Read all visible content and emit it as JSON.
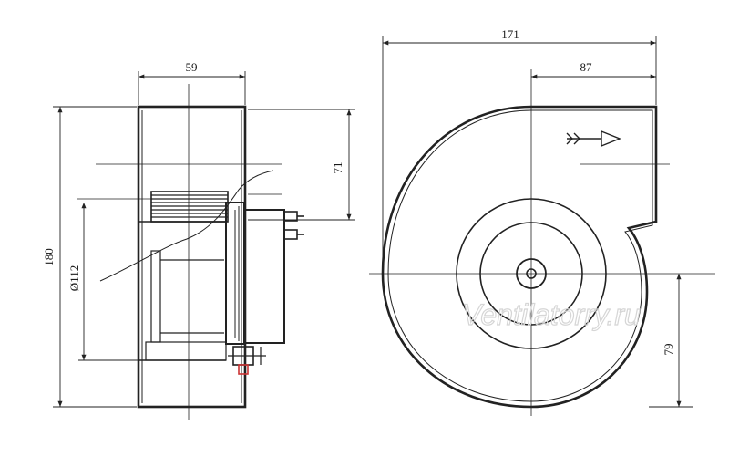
{
  "drawing": {
    "side_view": {
      "dimensions": {
        "width": "59",
        "height": "180",
        "inlet_diameter": "Ø112",
        "shaft_offset": "71"
      }
    },
    "front_view": {
      "dimensions": {
        "total_width": "171",
        "outlet_offset": "87",
        "outlet_height": "79"
      }
    },
    "watermark": "Ventilatorry.ru"
  }
}
